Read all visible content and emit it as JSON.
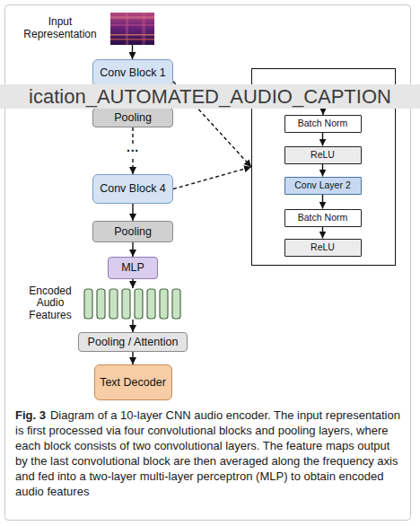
{
  "diagram": {
    "caption": "Diagram of a 10-layer CNN audio encoder. The input representation is first processed via four convolutional blocks and pooling layers, where each block consists of two convolutional layers. The feature maps output by the last convolutional block are then averaged along the frequency axis and fed into a two-layer multi-layer perceptron (MLP) to obtain encoded audio features",
    "nodes": [
      {
        "text": [
          "Input Representation"
        ]
      },
      {
        "text": [
          "Conv Block 1"
        ]
      },
      {
        "text": [
          "Pooling"
        ]
      },
      {
        "text": [
          "Conv Block 4"
        ]
      },
      {
        "text": [
          "Pooling"
        ]
      },
      {
        "text": [
          "MLP"
        ]
      },
      {
        "text": [
          "Encoded Audio Features"
        ]
      },
      {
        "text": [
          "Pooling / Attention"
        ]
      },
      {
        "text": [
          "Text Decoder"
        ]
      },
      {
        "text": []
      },
      {
        "text": [
          "Batch Norm"
        ],
        "in": 9
      },
      {
        "text": [
          "ReLU"
        ],
        "in": 9
      },
      {
        "text": [
          "Conv Layer 2"
        ],
        "in": 9
      },
      {
        "text": [
          "Batch Norm"
        ],
        "in": 9
      },
      {
        "text": [
          "ReLU"
        ],
        "in": 9
      }
    ],
    "edges": [
      {
        "from": 0,
        "to": 1,
        "arrow": "to"
      },
      {
        "from": 1,
        "to": 2,
        "arrow": "to"
      },
      {
        "from": 2,
        "to": 3,
        "arrow": "to",
        "label": "···"
      },
      {
        "from": 3,
        "to": 4,
        "arrow": "to"
      },
      {
        "from": 4,
        "to": 5,
        "arrow": "to"
      },
      {
        "from": 5,
        "to": 6,
        "arrow": "to"
      },
      {
        "from": 6,
        "to": 7,
        "arrow": "to"
      },
      {
        "from": 7,
        "to": 8,
        "arrow": "to"
      },
      {
        "from": 1,
        "to": 9,
        "arrow": "to"
      },
      {
        "from": 3,
        "to": 9,
        "arrow": "to"
      },
      {
        "from": 10,
        "to": 11,
        "arrow": "to"
      },
      {
        "from": 11,
        "to": 12,
        "arrow": "to"
      },
      {
        "from": 12,
        "to": 13,
        "arrow": "to"
      },
      {
        "from": 13,
        "to": 14,
        "arrow": "to"
      }
    ],
    "labels": [
      "ication_AUTOMATED_AUDIO_CAPTION",
      "Fig. 3"
    ]
  }
}
